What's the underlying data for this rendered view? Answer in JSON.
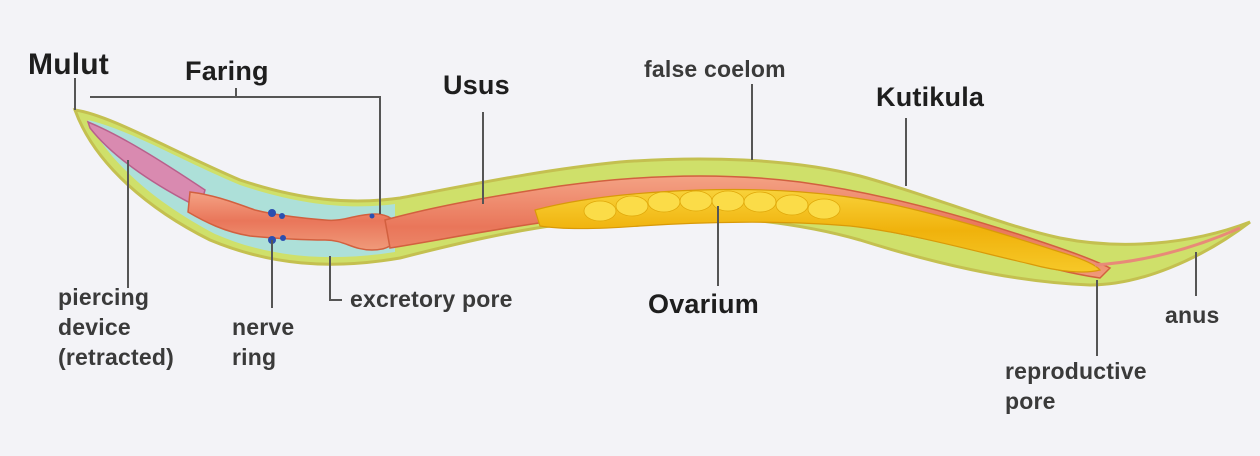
{
  "diagram": {
    "labels": {
      "mulut": "Mulut",
      "faring": "Faring",
      "usus": "Usus",
      "false_coelom": "false coelom",
      "kutikula": "Kutikula",
      "piercing_device": "piercing\ndevice\n(retracted)",
      "nerve_ring": "nerve\nring",
      "excretory_pore": "excretory pore",
      "ovarium": "Ovarium",
      "anus": "anus",
      "reproductive_pore": "reproductive\npore"
    },
    "colors": {
      "background": "#f3f3f7",
      "cuticle": "#c9c95a",
      "body_fill": "#cfe06a",
      "pseudocoel": "#a8e0e6",
      "intestine": "#ec8468",
      "pharynx_tube": "#d98ab0",
      "ovary": "#f2bd12",
      "nerve": "#2b4fb0",
      "leader_line": "#555555"
    }
  }
}
